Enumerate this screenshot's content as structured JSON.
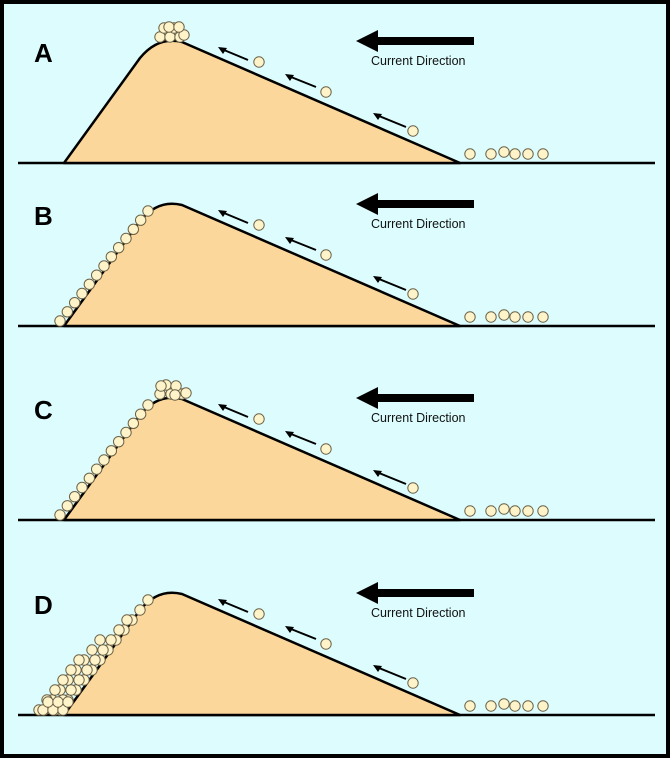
{
  "panels": [
    {
      "label": "A",
      "current_label": "Current Direction"
    },
    {
      "label": "B",
      "current_label": "Current Direction"
    },
    {
      "label": "C",
      "current_label": "Current Direction"
    },
    {
      "label": "D",
      "current_label": "Current Direction"
    }
  ],
  "colors": {
    "background": "#dcfcfd",
    "dune_fill": "#fbd79b",
    "grain_fill": "#fff4c9",
    "outline": "#000000"
  }
}
